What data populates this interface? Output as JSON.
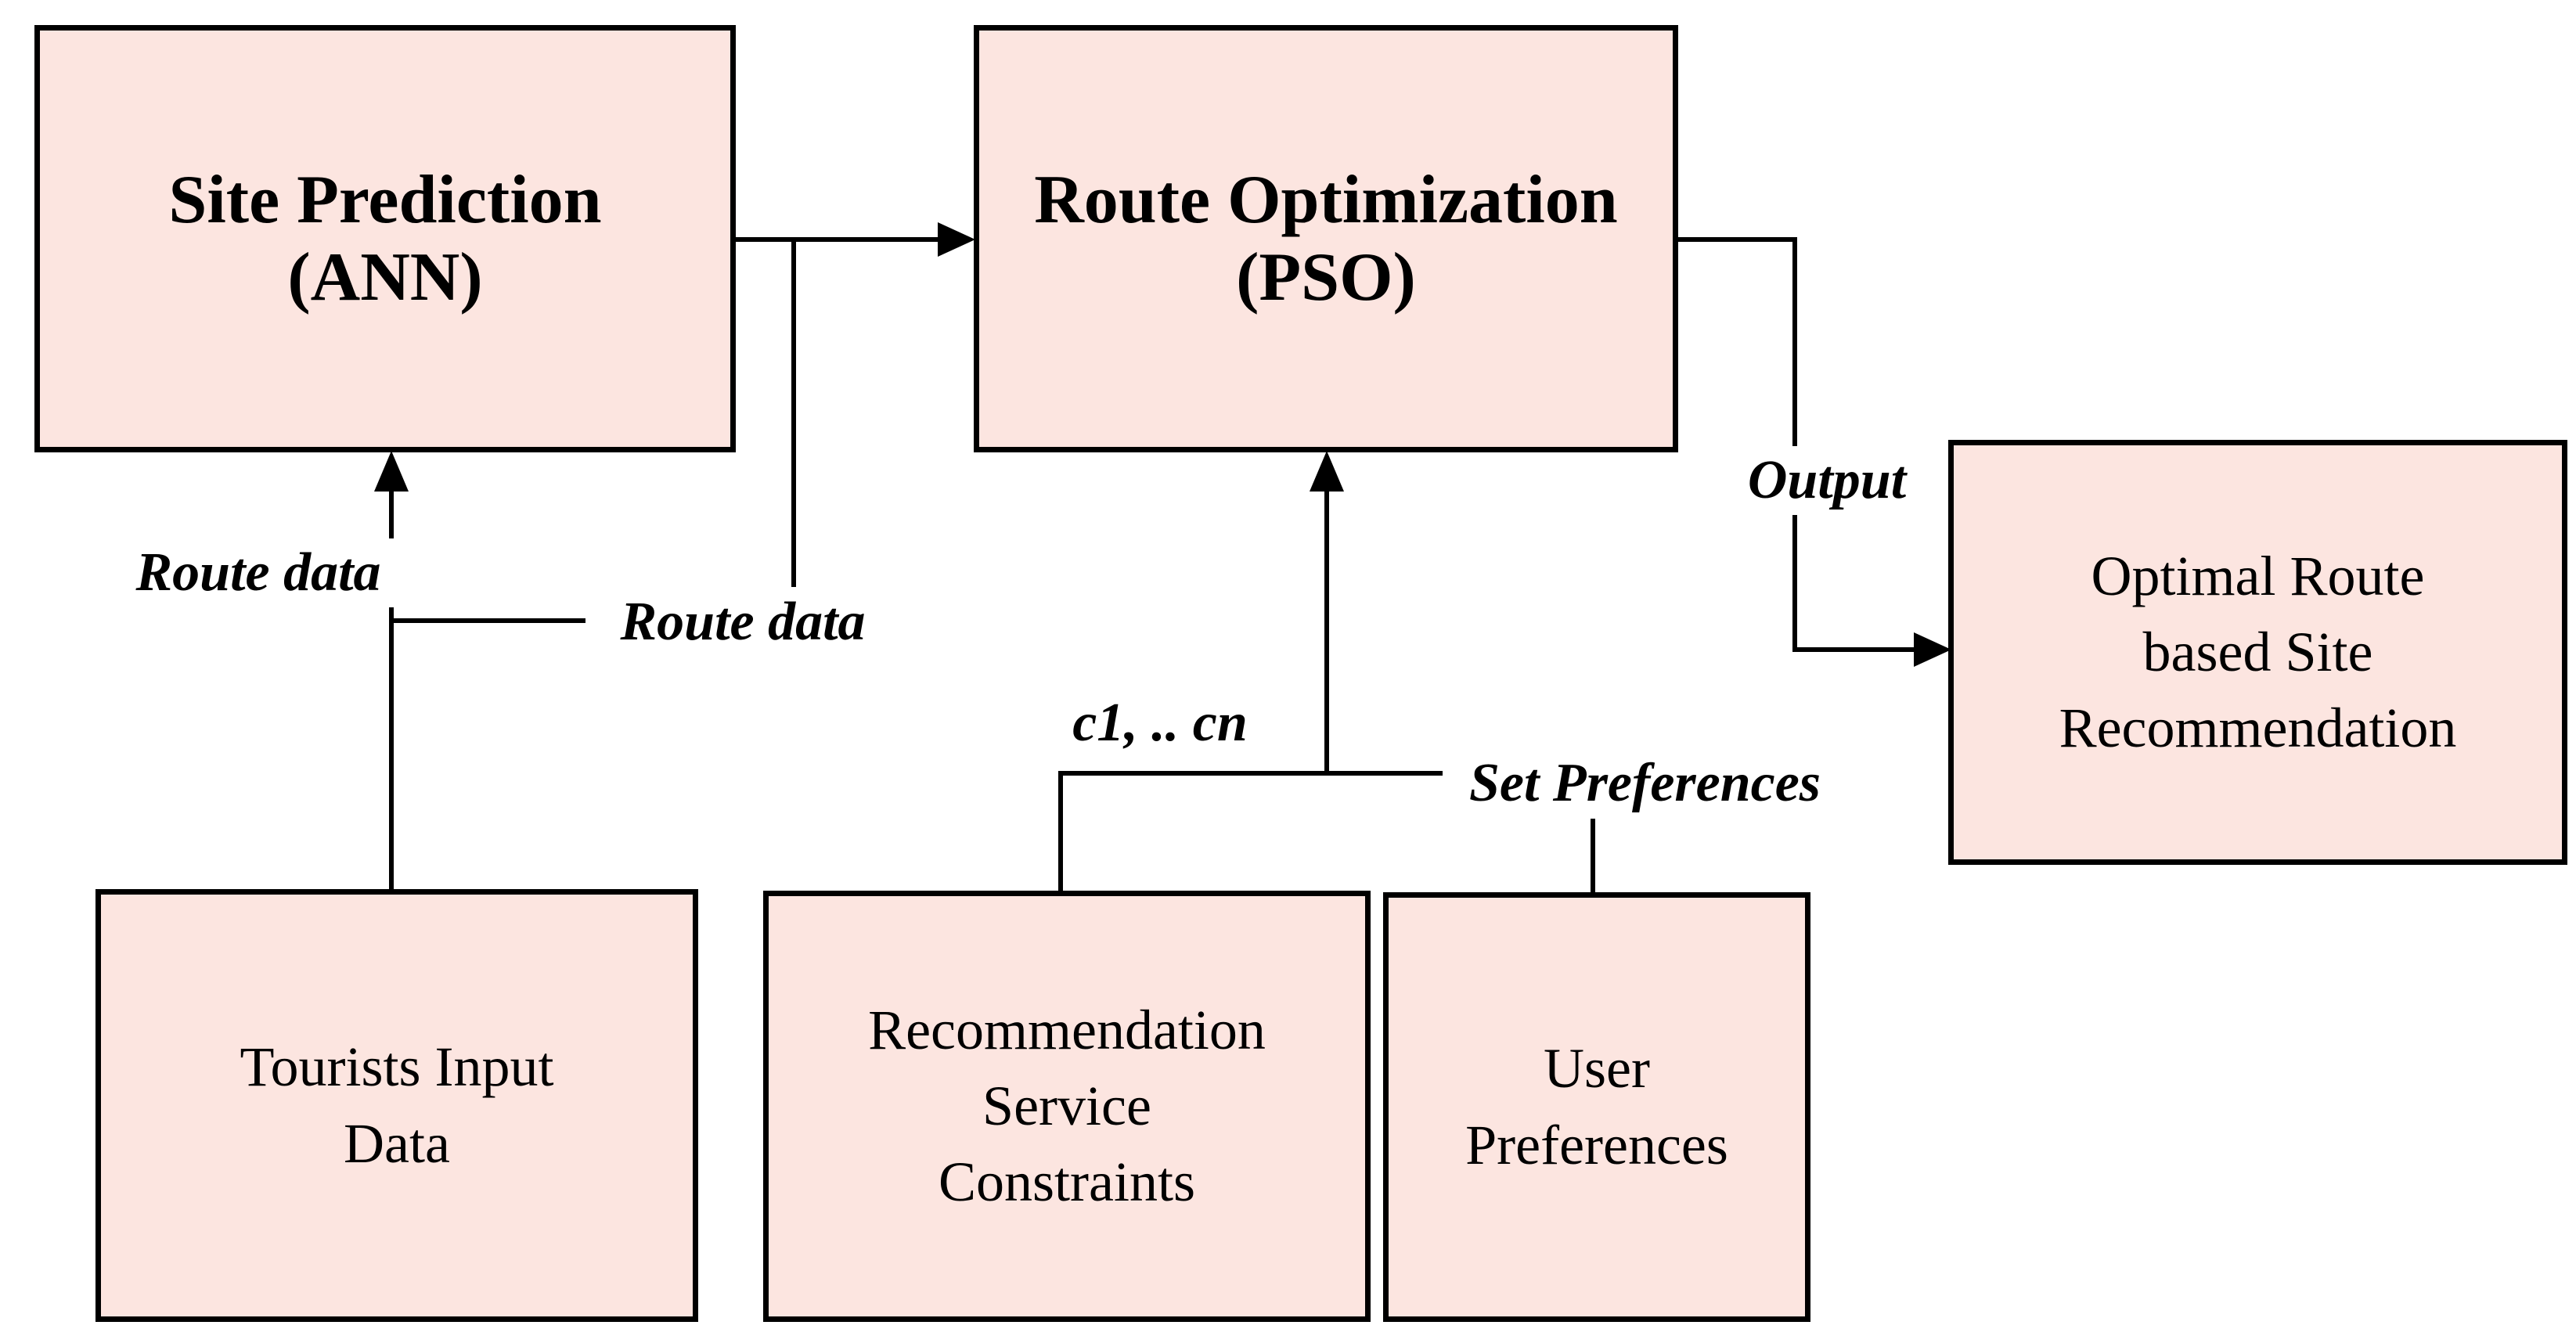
{
  "diagram": {
    "colors": {
      "box_fill": "#fce5e0",
      "line_color": "#000000",
      "background": "#ffffff"
    },
    "boxes": {
      "site_prediction": {
        "label": "Site Prediction\n(ANN)"
      },
      "route_optimization": {
        "label": "Route Optimization\n(PSO)"
      },
      "optimal_route": {
        "label": "Optimal Route\nbased Site\nRecommendation"
      },
      "tourists_input": {
        "label": "Tourists Input\nData"
      },
      "recommendation_constraints": {
        "label": "Recommendation\nService\nConstraints"
      },
      "user_preferences": {
        "label": "User\nPreferences"
      }
    },
    "edge_labels": {
      "route_data_1": "Route data",
      "route_data_2": "Route data",
      "c1_cn": "c1, .. cn",
      "set_preferences": "Set Preferences",
      "output": "Output"
    }
  }
}
